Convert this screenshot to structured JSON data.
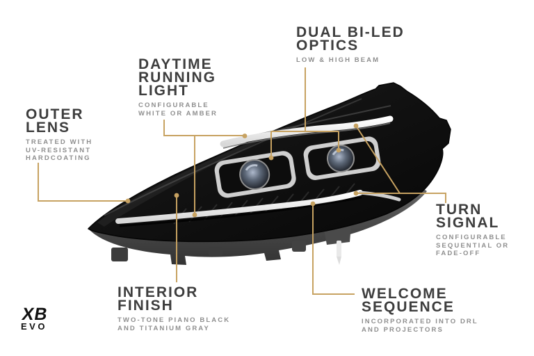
{
  "page": {
    "background": "#ffffff"
  },
  "colors": {
    "accent_line": "#c7a261",
    "heading": "#3d3d3d",
    "desc": "#8e8e8e",
    "logo": "#101010",
    "bg": "#ffffff"
  },
  "product": {
    "logo_line1": "XB",
    "logo_line2": "EVO",
    "subject": "headlight"
  },
  "callouts": [
    {
      "id": "outer-lens",
      "title_lines": [
        "OUTER",
        "LENS"
      ],
      "desc_lines": [
        "TREATED WITH",
        "UV-RESISTANT",
        "HARDCOATING"
      ]
    },
    {
      "id": "daytime-running-light",
      "title_lines": [
        "DAYTIME",
        "RUNNING",
        "LIGHT"
      ],
      "desc_lines": [
        "CONFIGURABLE",
        "WHITE OR AMBER"
      ]
    },
    {
      "id": "dual-bi-led-optics",
      "title_lines": [
        "DUAL BI-LED",
        "OPTICS"
      ],
      "desc_lines": [
        "LOW & HIGH BEAM"
      ]
    },
    {
      "id": "turn-signal",
      "title_lines": [
        "TURN",
        "SIGNAL"
      ],
      "desc_lines": [
        "CONFIGURABLE",
        "SEQUENTIAL OR",
        "FADE-OFF"
      ]
    },
    {
      "id": "welcome-sequence",
      "title_lines": [
        "WELCOME",
        "SEQUENCE"
      ],
      "desc_lines": [
        "INCORPORATED INTO DRL",
        "AND PROJECTORS"
      ]
    },
    {
      "id": "interior-finish",
      "title_lines": [
        "INTERIOR",
        "FINISH"
      ],
      "desc_lines": [
        "TWO-TONE PIANO BLACK",
        "AND TITANIUM GRAY"
      ]
    }
  ]
}
